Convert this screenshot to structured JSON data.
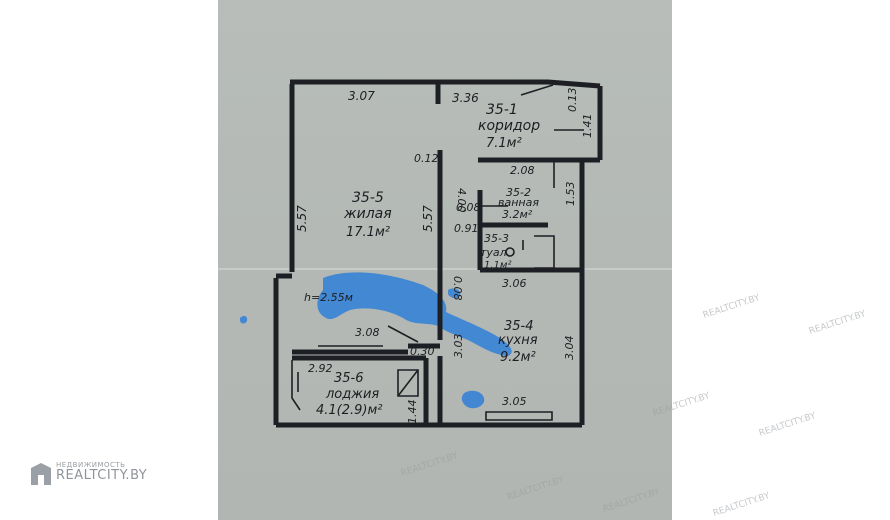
{
  "plan": {
    "dims": {
      "top_left": "3.07",
      "top_mid": "3.36",
      "corr_small": "0.13",
      "corr_side": "1.41",
      "wall_gap": "0.12",
      "bath_top": "2.08",
      "bath_right": "1.53",
      "kitchen_wall": "4.00",
      "living_left": "5.57",
      "living_right": "5.57",
      "bath_gap": "0.08",
      "wc_gap": "0.91",
      "kitchen_gap": "0.08",
      "kitchen_top": "3.06",
      "kitchen_right": "3.04",
      "kitchen_left": "3.03",
      "living_bottom": "3.08",
      "loggia_gap": "0.30",
      "loggia_left": "2.92",
      "loggia_right": "1.44",
      "kitchen_bottom": "3.05",
      "height": "h=2.55м"
    },
    "rooms": {
      "corridor": {
        "id": "35-1",
        "name": "коридор",
        "area": "7.1м²"
      },
      "bathroom": {
        "id": "35-2",
        "name": "ванная",
        "area": "3.2м²"
      },
      "toilet": {
        "id": "35-3",
        "name": "туал",
        "area": "1.1м²"
      },
      "kitchen": {
        "id": "35-4",
        "name": "кухня",
        "area": "9.2м²"
      },
      "living": {
        "id": "35-5",
        "name": "жилая",
        "area": "17.1м²"
      },
      "loggia": {
        "id": "35-6",
        "name": "лоджия",
        "area": "4.1(2.9)м²"
      }
    }
  },
  "watermark": {
    "small": "НЕДВИЖИМОСТЬ",
    "big": "REALTCITY.BY",
    "tile": "REALTCITY.BY"
  },
  "colors": {
    "paper": "#b6bbb7",
    "ink": "#1e1f24",
    "stain": "#2f7fd8"
  }
}
